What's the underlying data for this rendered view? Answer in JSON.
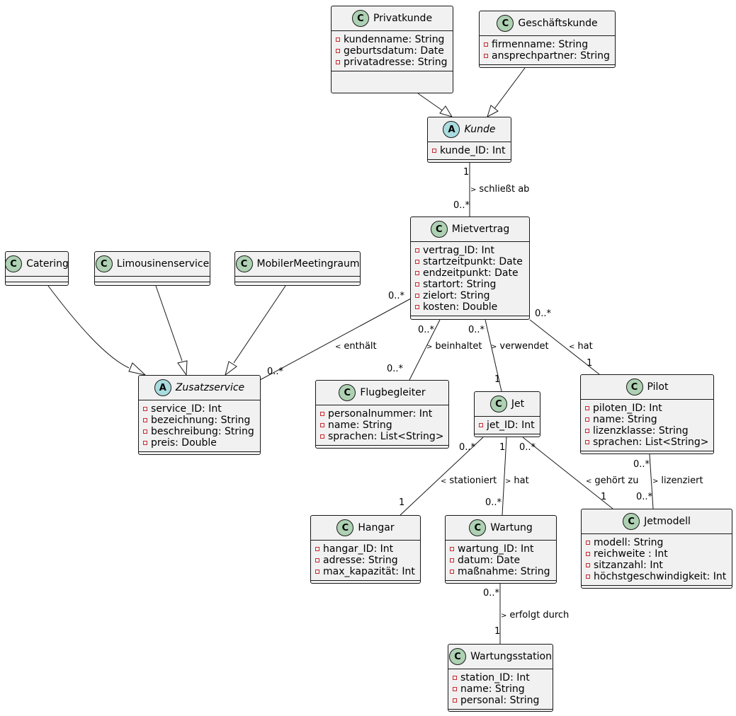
{
  "classes": {
    "privatkunde": {
      "name": "Privatkunde",
      "stereotype": "C",
      "attributes": [
        "kundenname: String",
        "geburtsdatum: Date",
        "privatadresse: String"
      ]
    },
    "geschaeftskunde": {
      "name": "Geschäftskunde",
      "stereotype": "C",
      "attributes": [
        "firmenname: String",
        "ansprechpartner: String"
      ]
    },
    "kunde": {
      "name": "Kunde",
      "stereotype": "A",
      "abstract": true,
      "attributes": [
        "kunde_ID: Int"
      ]
    },
    "mietvertrag": {
      "name": "Mietvertrag",
      "stereotype": "C",
      "attributes": [
        "vertrag_ID: Int",
        "startzeitpunkt: Date",
        "endzeitpunkt: Date",
        "startort: String",
        "zielort: String",
        "kosten: Double"
      ]
    },
    "catering": {
      "name": "Catering",
      "stereotype": "C",
      "attributes": []
    },
    "limousinenservice": {
      "name": "Limousinenservice",
      "stereotype": "C",
      "attributes": []
    },
    "mobilermeetingraum": {
      "name": "MobilerMeetingraum",
      "stereotype": "C",
      "attributes": []
    },
    "zusatzservice": {
      "name": "Zusatzservice",
      "stereotype": "A",
      "abstract": true,
      "attributes": [
        "service_ID: Int",
        "bezeichnung: String",
        "beschreibung: String",
        "preis: Double"
      ]
    },
    "flugbegleiter": {
      "name": "Flugbegleiter",
      "stereotype": "C",
      "attributes": [
        "personalnummer: Int",
        "name: String",
        "sprachen: List<String>"
      ]
    },
    "jet": {
      "name": "Jet",
      "stereotype": "C",
      "attributes": [
        "jet_ID: Int"
      ]
    },
    "pilot": {
      "name": "Pilot",
      "stereotype": "C",
      "attributes": [
        "piloten_ID: Int",
        "name: String",
        "lizenzklasse: String",
        "sprachen: List<String>"
      ]
    },
    "hangar": {
      "name": "Hangar",
      "stereotype": "C",
      "attributes": [
        "hangar_ID: Int",
        "adresse: String",
        "max_kapazität: Int"
      ]
    },
    "wartung": {
      "name": "Wartung",
      "stereotype": "C",
      "attributes": [
        "wartung_ID: Int",
        "datum: Date",
        "maßnahme: String"
      ]
    },
    "jetmodell": {
      "name": "Jetmodell",
      "stereotype": "C",
      "attributes": [
        "modell: String",
        "reichweite : Int",
        "sitzanzahl: Int",
        "höchstgeschwindigkeit: Int"
      ]
    },
    "wartungsstation": {
      "name": "Wartungsstation",
      "stereotype": "C",
      "attributes": [
        "station_ID: Int",
        "name: String",
        "personal: String"
      ]
    }
  },
  "associations": {
    "schliesst_ab": {
      "label": "schließt ab",
      "direction": ">",
      "from_mult": "1",
      "to_mult": "0..*"
    },
    "enthaelt": {
      "label": "enthält",
      "direction": "<",
      "from_mult": "0..*",
      "to_mult": "0..*"
    },
    "beinhaltet": {
      "label": "beinhaltet",
      "direction": ">",
      "from_mult": "0..*",
      "to_mult": "0..*"
    },
    "verwendet": {
      "label": "verwendet",
      "direction": ">",
      "from_mult": "0..*",
      "to_mult": "1"
    },
    "hat_pilot": {
      "label": "hat",
      "direction": "<",
      "from_mult": "0..*",
      "to_mult": "1"
    },
    "stationiert": {
      "label": "stationiert",
      "direction": "<",
      "from_mult": "0..*",
      "to_mult": "1"
    },
    "hat_wartung": {
      "label": "hat",
      "direction": ">",
      "from_mult": "1",
      "to_mult": "0..*"
    },
    "gehoert_zu": {
      "label": "gehört zu",
      "direction": "<",
      "from_mult": "0..*",
      "to_mult": "1"
    },
    "lizenziert": {
      "label": "lizenziert",
      "direction": ">",
      "from_mult": "0..*",
      "to_mult": "0..*"
    },
    "erfolgt_durch": {
      "label": "erfolgt durch",
      "direction": ">",
      "from_mult": "0..*",
      "to_mult": "1"
    }
  },
  "colors": {
    "class_fill": "#f1f1f1",
    "class_border": "#181818",
    "class_badge": "#add1b2",
    "abstract_badge": "#a9dcdf",
    "private_marker": "#c82930"
  }
}
